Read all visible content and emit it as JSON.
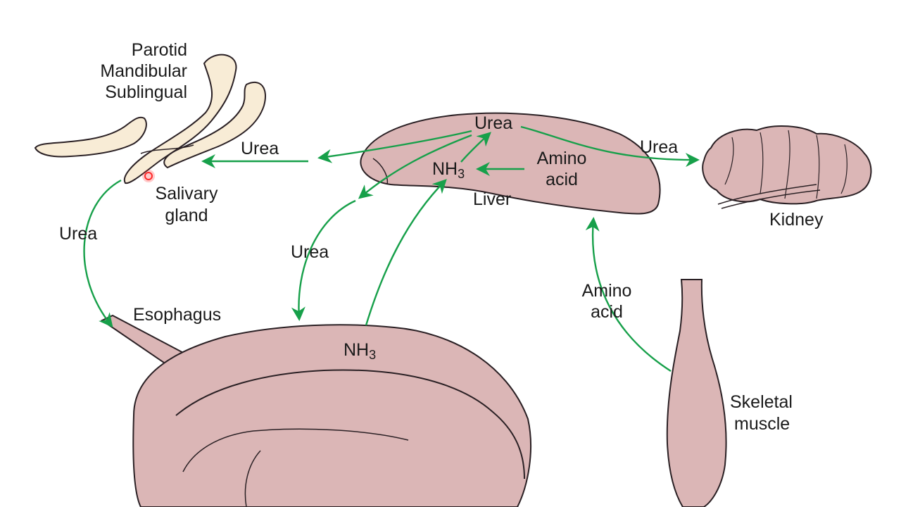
{
  "colors": {
    "organ_fill": "#dbb6b6",
    "organ_stroke": "#2a2024",
    "gland_fill": "#f8ecd6",
    "arrow": "#17a04a",
    "cursor": "#ff2a2a"
  },
  "labels": {
    "gland_list": {
      "parotid": "Parotid",
      "mandibular": "Mandibular",
      "sublingual": "Sublingual"
    },
    "salivary": {
      "line1": "Salivary",
      "line2": "gland"
    },
    "esophagus": "Esophagus",
    "liver": "Liver",
    "kidney": "Kidney",
    "muscle": {
      "line1": "Skeletal",
      "line2": "muscle"
    },
    "urea_liver": "Urea",
    "urea_to_salivary": "Urea",
    "urea_to_kidney": "Urea",
    "urea_saliva_flow": "Urea",
    "urea_to_rumen": "Urea",
    "nh3_liver": {
      "base": "NH",
      "sub": "3"
    },
    "nh3_rumen": {
      "base": "NH",
      "sub": "3"
    },
    "amino_liver": {
      "line1": "Amino",
      "line2": "acid"
    },
    "amino_muscle": {
      "line1": "Amino",
      "line2": "acid"
    }
  }
}
